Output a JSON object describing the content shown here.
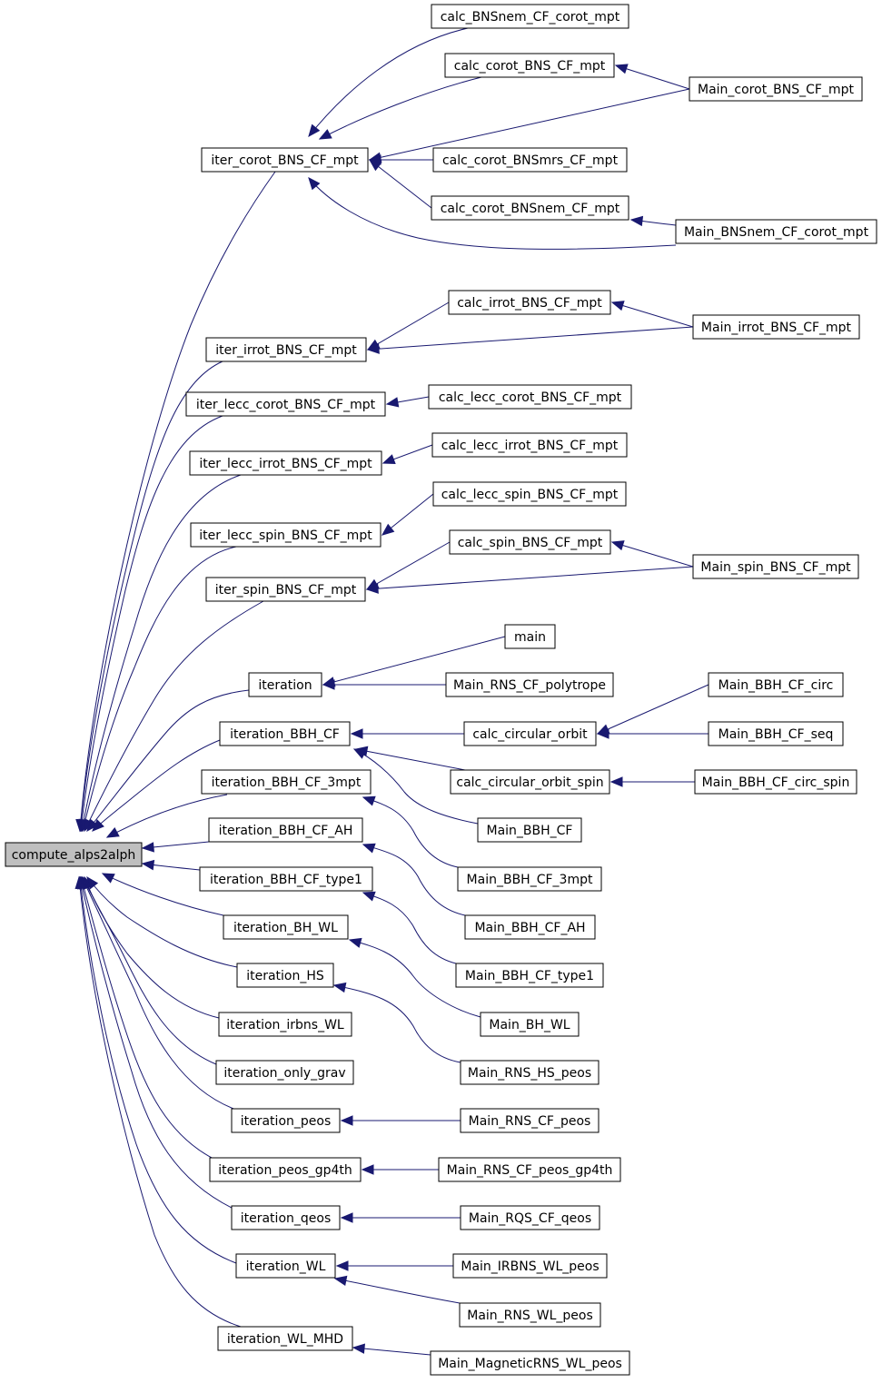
{
  "nodes": {
    "compute_alps2alph": "compute_alps2alph",
    "iter_corot_BNS_CF_mpt": "iter_corot_BNS_CF_mpt",
    "iter_irrot_BNS_CF_mpt": "iter_irrot_BNS_CF_mpt",
    "iter_lecc_corot_BNS_CF_mpt": "iter_lecc_corot_BNS_CF_mpt",
    "iter_lecc_irrot_BNS_CF_mpt": "iter_lecc_irrot_BNS_CF_mpt",
    "iter_lecc_spin_BNS_CF_mpt": "iter_lecc_spin_BNS_CF_mpt",
    "iter_spin_BNS_CF_mpt": "iter_spin_BNS_CF_mpt",
    "iteration": "iteration",
    "iteration_BBH_CF": "iteration_BBH_CF",
    "iteration_BBH_CF_3mpt": "iteration_BBH_CF_3mpt",
    "iteration_BBH_CF_AH": "iteration_BBH_CF_AH",
    "iteration_BBH_CF_type1": "iteration_BBH_CF_type1",
    "iteration_BH_WL": "iteration_BH_WL",
    "iteration_HS": "iteration_HS",
    "iteration_irbns_WL": "iteration_irbns_WL",
    "iteration_only_grav": "iteration_only_grav",
    "iteration_peos": "iteration_peos",
    "iteration_peos_gp4th": "iteration_peos_gp4th",
    "iteration_qeos": "iteration_qeos",
    "iteration_WL": "iteration_WL",
    "iteration_WL_MHD": "iteration_WL_MHD",
    "calc_BNSnem_CF_corot_mpt": "calc_BNSnem_CF_corot_mpt",
    "calc_corot_BNS_CF_mpt": "calc_corot_BNS_CF_mpt",
    "calc_corot_BNSmrs_CF_mpt": "calc_corot_BNSmrs_CF_mpt",
    "calc_corot_BNSnem_CF_mpt": "calc_corot_BNSnem_CF_mpt",
    "calc_irrot_BNS_CF_mpt": "calc_irrot_BNS_CF_mpt",
    "calc_lecc_corot_BNS_CF_mpt": "calc_lecc_corot_BNS_CF_mpt",
    "calc_lecc_irrot_BNS_CF_mpt": "calc_lecc_irrot_BNS_CF_mpt",
    "calc_lecc_spin_BNS_CF_mpt": "calc_lecc_spin_BNS_CF_mpt",
    "calc_spin_BNS_CF_mpt": "calc_spin_BNS_CF_mpt",
    "main": "main",
    "Main_RNS_CF_polytrope": "Main_RNS_CF_polytrope",
    "calc_circular_orbit": "calc_circular_orbit",
    "calc_circular_orbit_spin": "calc_circular_orbit_spin",
    "Main_BBH_CF": "Main_BBH_CF",
    "Main_BBH_CF_3mpt": "Main_BBH_CF_3mpt",
    "Main_BBH_CF_AH": "Main_BBH_CF_AH",
    "Main_BBH_CF_type1": "Main_BBH_CF_type1",
    "Main_BH_WL": "Main_BH_WL",
    "Main_RNS_HS_peos": "Main_RNS_HS_peos",
    "Main_RNS_CF_peos": "Main_RNS_CF_peos",
    "Main_RNS_CF_peos_gp4th": "Main_RNS_CF_peos_gp4th",
    "Main_RQS_CF_qeos": "Main_RQS_CF_qeos",
    "Main_IRBNS_WL_peos": "Main_IRBNS_WL_peos",
    "Main_RNS_WL_peos": "Main_RNS_WL_peos",
    "Main_MagneticRNS_WL_peos": "Main_MagneticRNS_WL_peos",
    "Main_corot_BNS_CF_mpt": "Main_corot_BNS_CF_mpt",
    "Main_BNSnem_CF_corot_mpt": "Main_BNSnem_CF_corot_mpt",
    "Main_irrot_BNS_CF_mpt": "Main_irrot_BNS_CF_mpt",
    "Main_spin_BNS_CF_mpt": "Main_spin_BNS_CF_mpt",
    "Main_BBH_CF_circ": "Main_BBH_CF_circ",
    "Main_BBH_CF_seq": "Main_BBH_CF_seq",
    "Main_BBH_CF_circ_spin": "Main_BBH_CF_circ_spin"
  },
  "edges": [
    [
      "iter_corot_BNS_CF_mpt",
      "compute_alps2alph"
    ],
    [
      "iter_irrot_BNS_CF_mpt",
      "compute_alps2alph"
    ],
    [
      "iter_lecc_corot_BNS_CF_mpt",
      "compute_alps2alph"
    ],
    [
      "iter_lecc_irrot_BNS_CF_mpt",
      "compute_alps2alph"
    ],
    [
      "iter_lecc_spin_BNS_CF_mpt",
      "compute_alps2alph"
    ],
    [
      "iter_spin_BNS_CF_mpt",
      "compute_alps2alph"
    ],
    [
      "iteration",
      "compute_alps2alph"
    ],
    [
      "iteration_BBH_CF",
      "compute_alps2alph"
    ],
    [
      "iteration_BBH_CF_3mpt",
      "compute_alps2alph"
    ],
    [
      "iteration_BBH_CF_AH",
      "compute_alps2alph"
    ],
    [
      "iteration_BBH_CF_type1",
      "compute_alps2alph"
    ],
    [
      "iteration_BH_WL",
      "compute_alps2alph"
    ],
    [
      "iteration_HS",
      "compute_alps2alph"
    ],
    [
      "iteration_irbns_WL",
      "compute_alps2alph"
    ],
    [
      "iteration_only_grav",
      "compute_alps2alph"
    ],
    [
      "iteration_peos",
      "compute_alps2alph"
    ],
    [
      "iteration_peos_gp4th",
      "compute_alps2alph"
    ],
    [
      "iteration_qeos",
      "compute_alps2alph"
    ],
    [
      "iteration_WL",
      "compute_alps2alph"
    ],
    [
      "iteration_WL_MHD",
      "compute_alps2alph"
    ],
    [
      "calc_BNSnem_CF_corot_mpt",
      "iter_corot_BNS_CF_mpt"
    ],
    [
      "calc_corot_BNS_CF_mpt",
      "iter_corot_BNS_CF_mpt"
    ],
    [
      "Main_corot_BNS_CF_mpt",
      "iter_corot_BNS_CF_mpt"
    ],
    [
      "calc_corot_BNSmrs_CF_mpt",
      "iter_corot_BNS_CF_mpt"
    ],
    [
      "calc_corot_BNSnem_CF_mpt",
      "iter_corot_BNS_CF_mpt"
    ],
    [
      "Main_BNSnem_CF_corot_mpt",
      "iter_corot_BNS_CF_mpt"
    ],
    [
      "Main_corot_BNS_CF_mpt",
      "calc_corot_BNS_CF_mpt"
    ],
    [
      "Main_BNSnem_CF_corot_mpt",
      "calc_corot_BNSnem_CF_mpt"
    ],
    [
      "calc_irrot_BNS_CF_mpt",
      "iter_irrot_BNS_CF_mpt"
    ],
    [
      "Main_irrot_BNS_CF_mpt",
      "iter_irrot_BNS_CF_mpt"
    ],
    [
      "Main_irrot_BNS_CF_mpt",
      "calc_irrot_BNS_CF_mpt"
    ],
    [
      "calc_lecc_corot_BNS_CF_mpt",
      "iter_lecc_corot_BNS_CF_mpt"
    ],
    [
      "calc_lecc_irrot_BNS_CF_mpt",
      "iter_lecc_irrot_BNS_CF_mpt"
    ],
    [
      "calc_lecc_spin_BNS_CF_mpt",
      "iter_lecc_spin_BNS_CF_mpt"
    ],
    [
      "calc_spin_BNS_CF_mpt",
      "iter_spin_BNS_CF_mpt"
    ],
    [
      "Main_spin_BNS_CF_mpt",
      "iter_spin_BNS_CF_mpt"
    ],
    [
      "Main_spin_BNS_CF_mpt",
      "calc_spin_BNS_CF_mpt"
    ],
    [
      "main",
      "iteration"
    ],
    [
      "Main_RNS_CF_polytrope",
      "iteration"
    ],
    [
      "calc_circular_orbit",
      "iteration_BBH_CF"
    ],
    [
      "calc_circular_orbit_spin",
      "iteration_BBH_CF"
    ],
    [
      "Main_BBH_CF",
      "iteration_BBH_CF"
    ],
    [
      "Main_BBH_CF_circ",
      "calc_circular_orbit"
    ],
    [
      "Main_BBH_CF_seq",
      "calc_circular_orbit"
    ],
    [
      "Main_BBH_CF_circ_spin",
      "calc_circular_orbit_spin"
    ],
    [
      "Main_BBH_CF_3mpt",
      "iteration_BBH_CF_3mpt"
    ],
    [
      "Main_BBH_CF_AH",
      "iteration_BBH_CF_AH"
    ],
    [
      "Main_BBH_CF_type1",
      "iteration_BBH_CF_type1"
    ],
    [
      "Main_BH_WL",
      "iteration_BH_WL"
    ],
    [
      "Main_RNS_HS_peos",
      "iteration_HS"
    ],
    [
      "Main_RNS_CF_peos",
      "iteration_peos"
    ],
    [
      "Main_RNS_CF_peos_gp4th",
      "iteration_peos_gp4th"
    ],
    [
      "Main_RQS_CF_qeos",
      "iteration_qeos"
    ],
    [
      "Main_IRBNS_WL_peos",
      "iteration_WL"
    ],
    [
      "Main_RNS_WL_peos",
      "iteration_WL"
    ],
    [
      "Main_MagneticRNS_WL_peos",
      "iteration_WL_MHD"
    ]
  ],
  "colors": {
    "edge": "#191970",
    "node_border": "#000000",
    "node_fill": "#ffffff",
    "root_fill": "#bfbfbf"
  }
}
